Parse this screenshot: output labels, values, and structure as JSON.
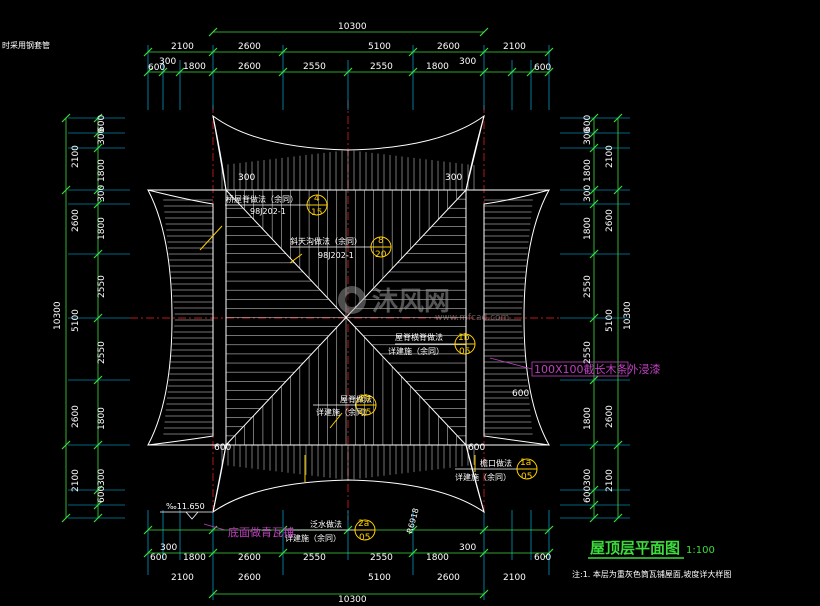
{
  "colors": {
    "background": "#000000",
    "dimension_line": "#3ddc3d",
    "extension_line": "#00c8ff",
    "axis_line": "#ff2020",
    "roof_line": "#ffffff",
    "callout": "#ffd000",
    "magenta_note": "#c040c0",
    "title": "#3ddc3d"
  },
  "top_note": "时采用钢套管",
  "dims": {
    "overall": "10300",
    "row1": [
      "2100",
      "2600",
      "5100",
      "2600",
      "2100"
    ],
    "row2": [
      "600",
      "300",
      "1800",
      "2600",
      "2550",
      "2550",
      "1800",
      "300",
      "600"
    ],
    "row2_left_stack": "300",
    "side_outer": [
      "2100",
      "2600",
      "5100",
      "2600",
      "2100"
    ],
    "side_inner": [
      "600",
      "300",
      "1800",
      "300",
      "1800",
      "2550",
      "2550",
      "1800",
      "300",
      "1800",
      "300",
      "600"
    ],
    "side_overall": "10300"
  },
  "local_dims": {
    "d300_top_left": "300",
    "d300_top_right": "300",
    "d600_bottom_left": "600",
    "d600_bottom_right": "600",
    "d600_right": "600"
  },
  "callouts": [
    {
      "label": "桥屋脊做法（余同）",
      "ref": "98J202-1",
      "num": "4",
      "sheet": "15"
    },
    {
      "label": "斜天沟做法（余同）",
      "ref": "98J202-1",
      "num": "8",
      "sheet": "20"
    },
    {
      "label": "屋脊横脊做法",
      "ref": "详建施（余同）",
      "num": "1b",
      "sheet": "05"
    },
    {
      "label": "屋脊做法",
      "ref": "详建施（余同）",
      "num": "2b",
      "sheet": "05"
    },
    {
      "label": "檐口做法",
      "ref": "详建施（余同）",
      "num": "1a",
      "sheet": "05"
    },
    {
      "label": "泛水做法",
      "ref": "详建施（余同）",
      "num": "2a",
      "sheet": "05"
    }
  ],
  "notes": {
    "beam_note": "100X100截长木条外浸漆",
    "tile_note": "底面做青瓦铺",
    "elevation": "‰11.650",
    "rain_pipe": "R6918"
  },
  "watermark": {
    "text": "沐风网",
    "url": "www.mfcad.com"
  },
  "title": {
    "text": "屋顶层平面图",
    "scale": "1:100"
  },
  "footnote": "注:1.  本层为重灰色筒瓦铺屋面,坡度详大样图"
}
